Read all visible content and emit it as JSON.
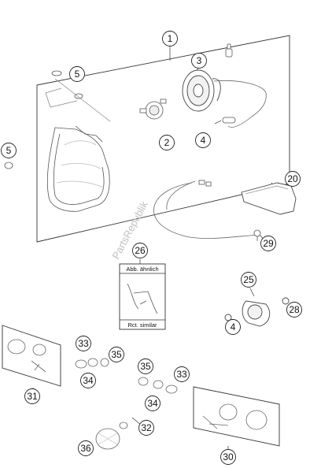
{
  "callouts": [
    {
      "id": "c1",
      "label": "1"
    },
    {
      "id": "c2",
      "label": "2"
    },
    {
      "id": "c3",
      "label": "3"
    },
    {
      "id": "c4a",
      "label": "4"
    },
    {
      "id": "c4b",
      "label": "4"
    },
    {
      "id": "c5a",
      "label": "5"
    },
    {
      "id": "c5b",
      "label": "5"
    },
    {
      "id": "c20",
      "label": "20"
    },
    {
      "id": "c25",
      "label": "25"
    },
    {
      "id": "c26",
      "label": "26"
    },
    {
      "id": "c28",
      "label": "28"
    },
    {
      "id": "c29",
      "label": "29"
    },
    {
      "id": "c30",
      "label": "30"
    },
    {
      "id": "c31",
      "label": "31"
    },
    {
      "id": "c32",
      "label": "32"
    },
    {
      "id": "c33a",
      "label": "33"
    },
    {
      "id": "c33b",
      "label": "33"
    },
    {
      "id": "c34a",
      "label": "34"
    },
    {
      "id": "c34b",
      "label": "34"
    },
    {
      "id": "c35a",
      "label": "35"
    },
    {
      "id": "c35b",
      "label": "35"
    },
    {
      "id": "c36",
      "label": "36"
    }
  ],
  "inset": {
    "top_label": "Abb. ähnlich",
    "bottom_label": "Rct. similar"
  },
  "watermark": "PartsRepublik"
}
